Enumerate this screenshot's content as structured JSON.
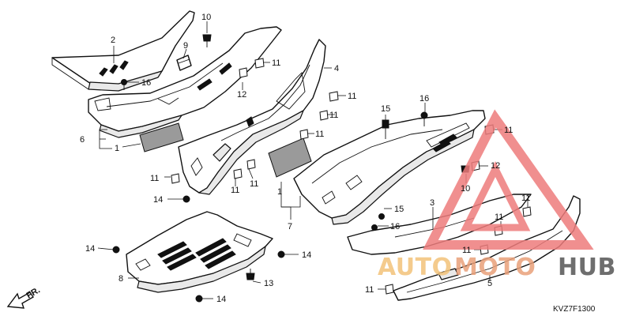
{
  "diagram": {
    "callouts": [
      {
        "id": "c2",
        "label": "2"
      },
      {
        "id": "c10a",
        "label": "10"
      },
      {
        "id": "c9",
        "label": "9"
      },
      {
        "id": "c11a",
        "label": "11"
      },
      {
        "id": "c4",
        "label": "4"
      },
      {
        "id": "c16a",
        "label": "16"
      },
      {
        "id": "c12a",
        "label": "12"
      },
      {
        "id": "c11b",
        "label": "11"
      },
      {
        "id": "c11c",
        "label": "11"
      },
      {
        "id": "c6",
        "label": "6"
      },
      {
        "id": "c1a",
        "label": "1"
      },
      {
        "id": "c11d",
        "label": "11"
      },
      {
        "id": "c15a",
        "label": "15"
      },
      {
        "id": "c16b",
        "label": "16"
      },
      {
        "id": "c11e",
        "label": "11"
      },
      {
        "id": "c12b",
        "label": "12"
      },
      {
        "id": "c10b",
        "label": "10"
      },
      {
        "id": "c11f",
        "label": "11"
      },
      {
        "id": "c11g",
        "label": "11"
      },
      {
        "id": "c1b",
        "label": "1"
      },
      {
        "id": "c14a",
        "label": "14"
      },
      {
        "id": "c11h",
        "label": "11"
      },
      {
        "id": "c7",
        "label": "7"
      },
      {
        "id": "c3",
        "label": "3"
      },
      {
        "id": "c15b",
        "label": "15"
      },
      {
        "id": "c16c",
        "label": "16"
      },
      {
        "id": "c11i",
        "label": "11"
      },
      {
        "id": "c11j",
        "label": "11"
      },
      {
        "id": "c11k",
        "label": "11"
      },
      {
        "id": "c14b",
        "label": "14"
      },
      {
        "id": "c14c",
        "label": "14"
      },
      {
        "id": "c8",
        "label": "8"
      },
      {
        "id": "c13",
        "label": "13"
      },
      {
        "id": "c14d",
        "label": "14"
      },
      {
        "id": "c11l",
        "label": "11"
      },
      {
        "id": "c5",
        "label": "5"
      }
    ],
    "direction_label": "FR.",
    "diagram_code": "KVZ7F1300"
  },
  "watermark": {
    "word_a": "AUTO",
    "word_b": "MOTO",
    "word_c": "HUB",
    "color_a": "#f3c37a",
    "color_b": "#e9a07a",
    "color_c": "#555555",
    "triangle_color": "#ee7c7c"
  }
}
